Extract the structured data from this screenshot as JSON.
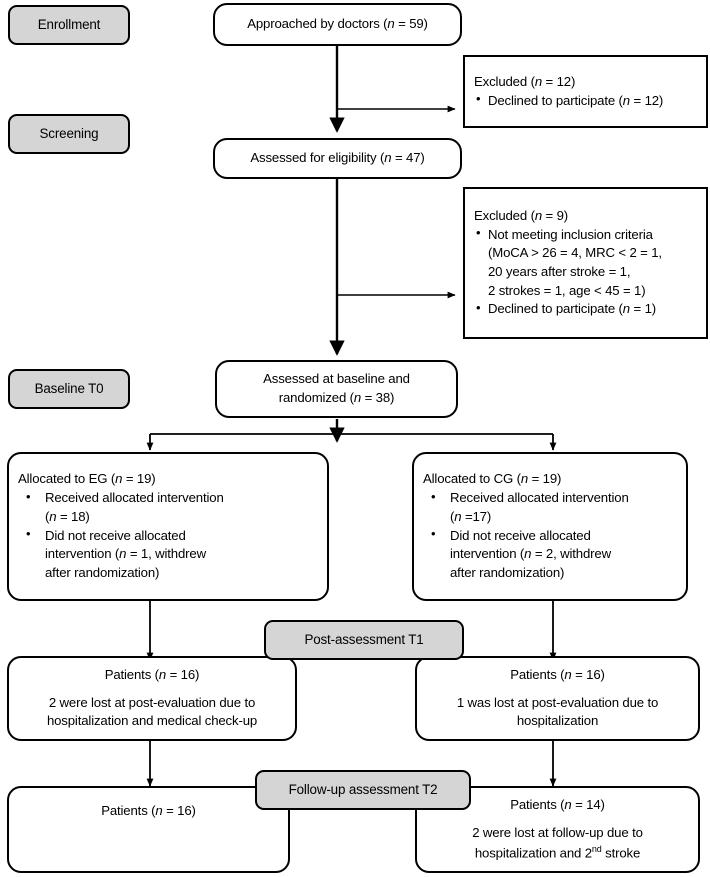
{
  "diagram": {
    "title": "CONSORT participant flow diagram",
    "type": "flowchart",
    "colors": {
      "stage_fill": "#d5d5d5",
      "box_fill": "#ffffff",
      "line": "#000000"
    }
  },
  "stages": [
    {
      "id": "enrollment",
      "label": "Enrollment"
    },
    {
      "id": "screening",
      "label": "Screening"
    },
    {
      "id": "baseline",
      "label": "Baseline T0"
    },
    {
      "id": "post",
      "label": "Post-assessment T1"
    },
    {
      "id": "followup",
      "label": "Follow-up assessment T2"
    }
  ],
  "nodes": {
    "approached": {
      "text": "Approached by doctors (n = 59)",
      "n": 59
    },
    "excluded1": {
      "heading": "Excluded (n = 12)",
      "n": 12,
      "bullets": [
        "Declined to participate (n = 12)"
      ]
    },
    "eligibility": {
      "text": "Assessed for eligibility (n = 47)",
      "n": 47
    },
    "excluded2": {
      "heading": "Excluded (n = 9)",
      "n": 9,
      "bullets": [
        "Not meeting inclusion criteria (MoCA > 26 = 4, MRC < 2 = 1, 20 years after stroke = 1, 2 strokes = 1, age < 45 = 1)",
        "Declined to participate (n = 1)"
      ]
    },
    "randomized": {
      "line1": "Assessed at baseline and",
      "line2": "randomized (n = 38)",
      "n": 38
    },
    "alloc_eg": {
      "heading": "Allocated to EG (n = 19)",
      "n": 19,
      "bullets": [
        "Received allocated intervention (n = 18)",
        "Did not receive allocated intervention (n = 1, withdrew after randomization)"
      ]
    },
    "alloc_cg": {
      "heading": "Allocated to CG (n = 19)",
      "n": 19,
      "bullets": [
        "Received allocated intervention (n =17)",
        "Did not receive allocated intervention (n = 2, withdrew after randomization)"
      ]
    },
    "post_eg": {
      "heading": "Patients (n = 16)",
      "n": 16,
      "note_line1": "2 were lost at post-evaluation due to",
      "note_line2": "hospitalization and medical check-up"
    },
    "post_cg": {
      "heading": "Patients (n = 16)",
      "n": 16,
      "note_line1": "1 was lost at post-evaluation due to",
      "note_line2": "hospitalization"
    },
    "follow_eg": {
      "heading": "Patients (n = 16)",
      "n": 16,
      "note_line1": "",
      "note_line2": ""
    },
    "follow_cg": {
      "heading": "Patients (n = 14)",
      "n": 14,
      "note_line1": "2 were lost at follow-up due to",
      "note_line2_a": "hospitalization and 2",
      "note_line2_sup": "nd",
      "note_line2_b": " stroke"
    }
  }
}
